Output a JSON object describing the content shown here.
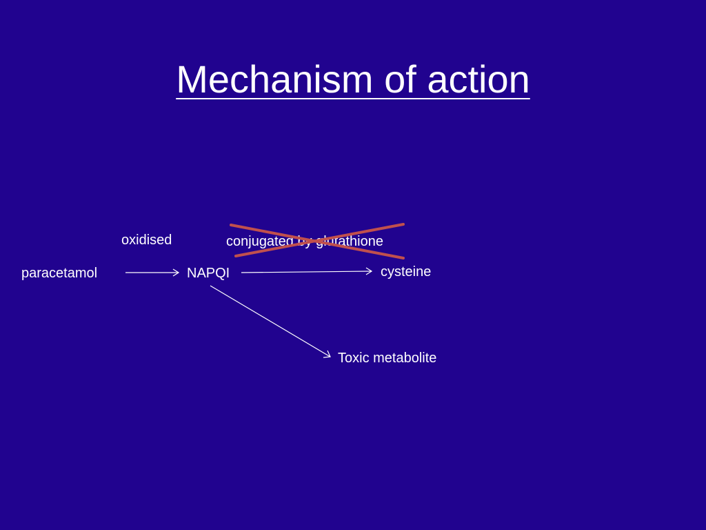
{
  "slide": {
    "title": "Mechanism of action",
    "background_color": "#21038F",
    "text_color": "#FFFFFF",
    "strike_color": "#C0504D"
  },
  "nodes": {
    "paracetamol": "paracetamol",
    "napqi": "NAPQI",
    "cysteine": "cysteine",
    "toxic_metabolite": "Toxic metabolite"
  },
  "edge_labels": {
    "oxidised": "oxidised",
    "conjugated": "conjugated by glutathione"
  },
  "annotations": {
    "crossed_out": "conjugated by glutathione"
  }
}
